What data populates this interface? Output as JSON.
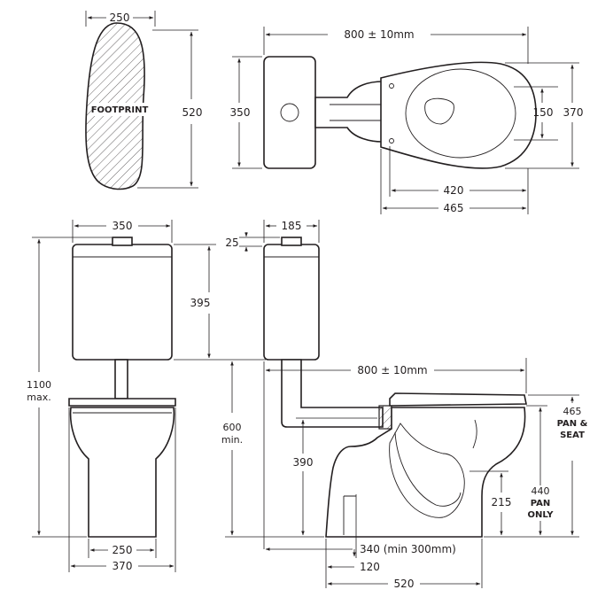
{
  "footprint": {
    "label": "FOOTPRINT",
    "width": "250",
    "length": "520"
  },
  "top_view": {
    "overall_length": "800 ± 10mm",
    "cistern_depth": "350",
    "seat_opening": "150",
    "pan_width": "370",
    "bowl_length": "420",
    "pan_length": "465"
  },
  "front_view": {
    "cistern_width": "350",
    "cistern_height": "395",
    "overall_height_value": "1100",
    "overall_height_note": "max.",
    "base_width": "250",
    "pan_width": "370"
  },
  "side_view": {
    "cistern_depth": "185",
    "button_height": "25",
    "overall_length": "800 ± 10mm",
    "cistern_height_value": "600",
    "cistern_height_note": "min.",
    "outlet_height": "390",
    "pan_seat_value": "465",
    "pan_seat_note_1": "PAN &",
    "pan_seat_note_2": "SEAT",
    "pan_only_value": "440",
    "pan_only_note_1": "PAN",
    "pan_only_note_2": "ONLY",
    "trap_height": "215",
    "set_out": "340 (min 300mm)",
    "outlet_offset": "120",
    "base_length": "520"
  },
  "colors": {
    "line": "#231f20",
    "background": "#ffffff"
  }
}
